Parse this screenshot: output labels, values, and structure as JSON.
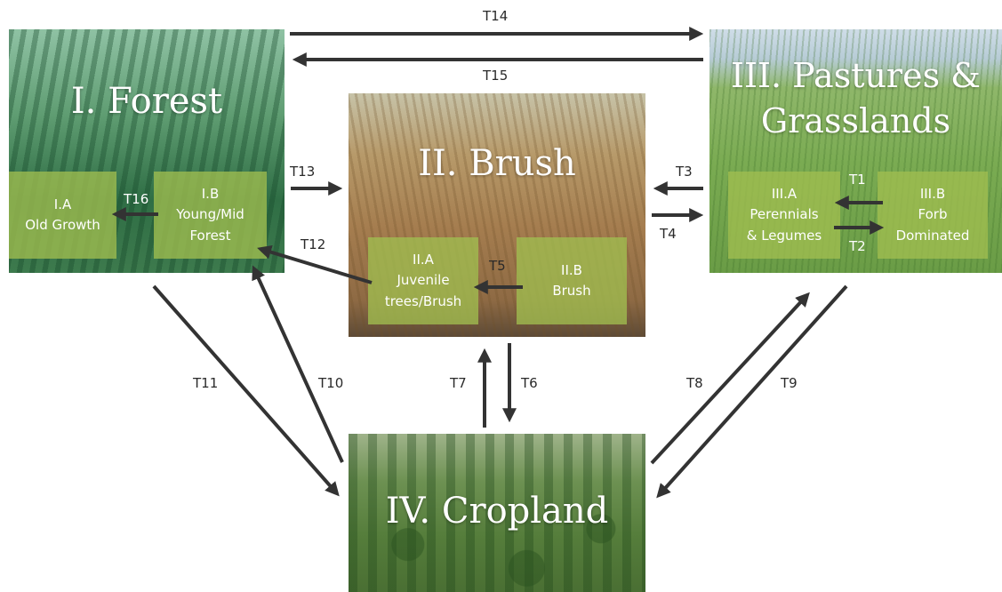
{
  "colors": {
    "arrow": "#333333",
    "subbox": "#a0be50"
  },
  "forest": {
    "title": "I. Forest",
    "old_growth": {
      "line1": "I.A",
      "line2": "Old Growth"
    },
    "young_mid": {
      "line1": "I.B",
      "line2": "Young/Mid",
      "line3": "Forest"
    }
  },
  "brush": {
    "title": "II. Brush",
    "juvenile": {
      "line1": "II.A",
      "line2": "Juvenile",
      "line3": "trees/Brush"
    },
    "brush_b": {
      "line1": "II.B",
      "line2": "Brush"
    }
  },
  "pastures": {
    "title_line1": "III. Pastures &",
    "title_line2": "Grasslands",
    "perennials": {
      "line1": "III.A",
      "line2": "Perennials",
      "line3": "& Legumes"
    },
    "forb": {
      "line1": "III.B",
      "line2": "Forb",
      "line3": "Dominated"
    }
  },
  "cropland": {
    "title": "IV. Cropland"
  },
  "transitions": {
    "t1": "T1",
    "t2": "T2",
    "t3": "T3",
    "t4": "T4",
    "t5": "T5",
    "t6": "T6",
    "t7": "T7",
    "t8": "T8",
    "t9": "T9",
    "t10": "T10",
    "t11": "T11",
    "t12": "T12",
    "t13": "T13",
    "t14": "T14",
    "t15": "T15",
    "t16": "T16"
  }
}
